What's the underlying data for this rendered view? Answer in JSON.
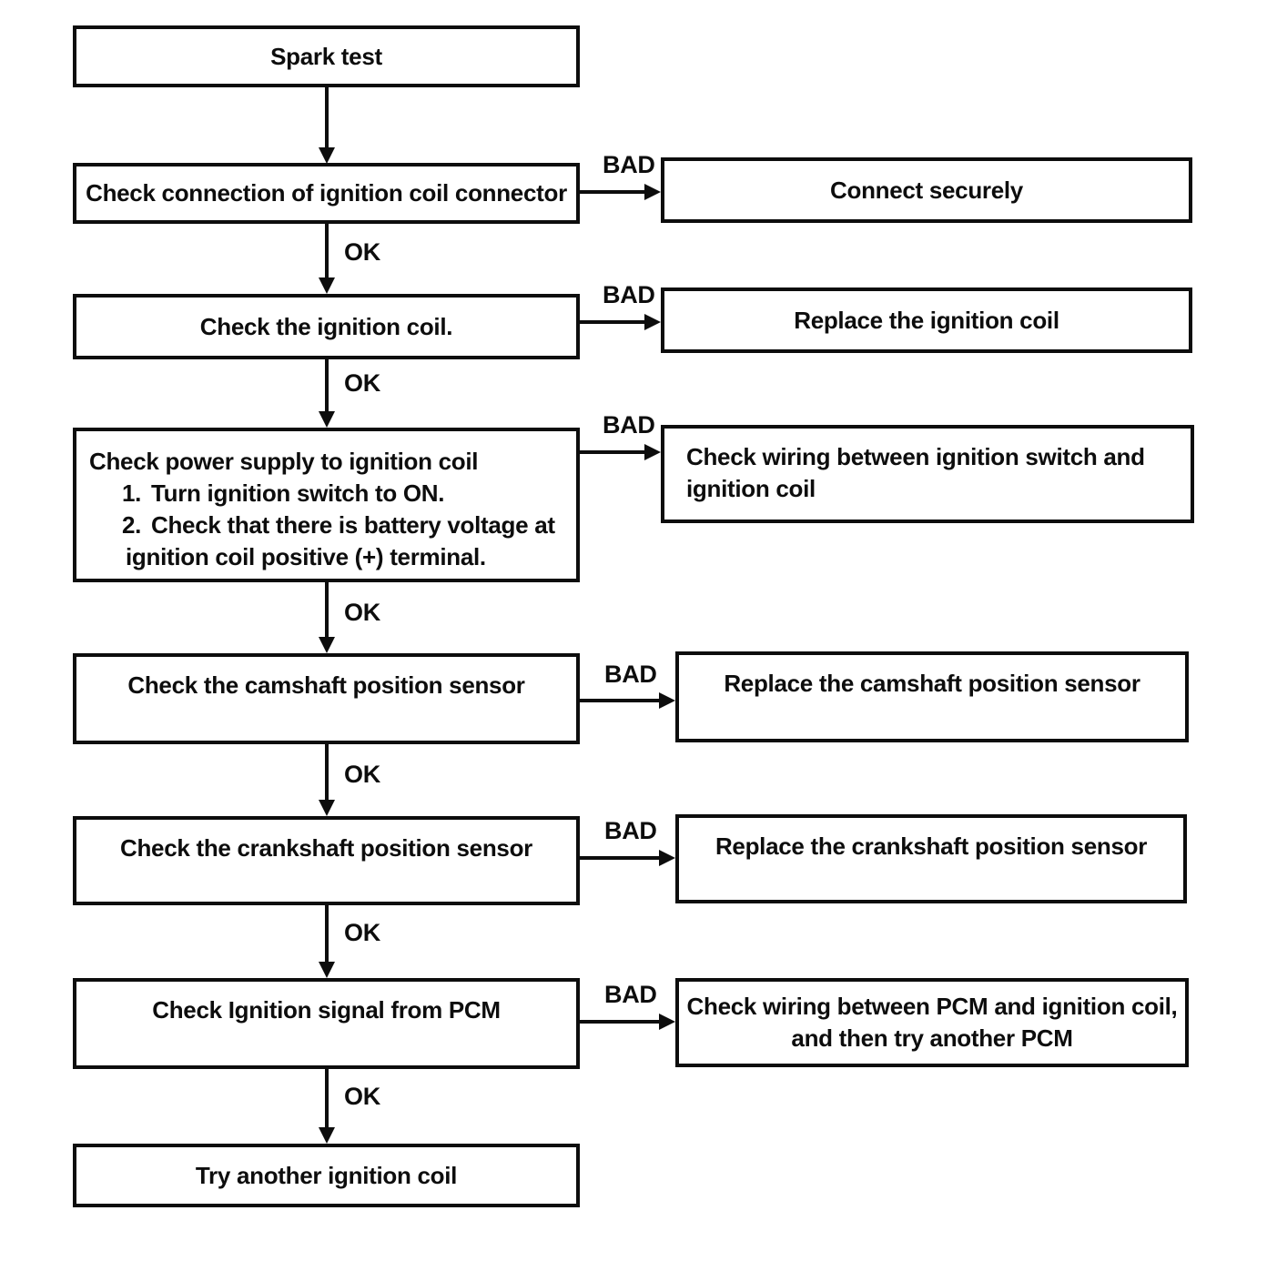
{
  "diagram": {
    "type": "flowchart",
    "ink_color": "#0d0d0d",
    "background_color": "#ffffff",
    "connector_labels": {
      "ok": "OK",
      "bad": "BAD"
    },
    "start": {
      "label": "Spark test"
    },
    "steps": [
      {
        "check": "Check connection of ignition coil connector",
        "bad_action": "Connect securely"
      },
      {
        "check": "Check the ignition coil.",
        "bad_action": "Replace the ignition coil"
      },
      {
        "check_title": "Check power supply to ignition coil",
        "substeps": [
          {
            "num": "1.",
            "text": "Turn ignition switch to ON."
          },
          {
            "num": "2.",
            "text": "Check that there is battery voltage at",
            "text_cont": "ignition coil positive (+) terminal."
          }
        ],
        "bad_action": "Check wiring between ignition switch and\nignition coil"
      },
      {
        "check": "Check the camshaft position sensor",
        "bad_action": "Replace the camshaft position sensor"
      },
      {
        "check": "Check the crankshaft position sensor",
        "bad_action": "Replace the crankshaft position sensor"
      },
      {
        "check": "Check Ignition signal from PCM",
        "bad_action": "Check wiring between PCM and ignition coil,\nand then try another PCM"
      },
      {
        "final": "Try another ignition coil"
      }
    ]
  }
}
